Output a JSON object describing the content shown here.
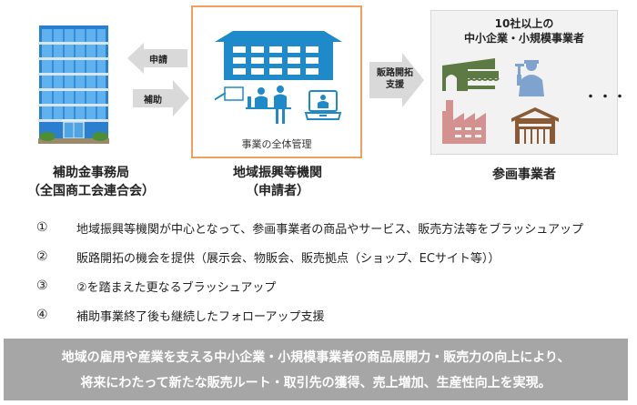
{
  "left_entity": {
    "name_line1": "補助金事務局",
    "name_line2": "（全国商工会連合会）",
    "icon": "office-building-icon"
  },
  "flow_arrows": {
    "apply_label": "申請",
    "subsidy_label": "補助",
    "sales_support_line1": "販路開拓",
    "sales_support_line2": "支援"
  },
  "center_entity": {
    "caption": "事業の全体管理",
    "name_line1": "地域振興等機関",
    "name_line2": "（申請者）",
    "icons": [
      "school-building-icon",
      "presenter-icon",
      "consultation-icon",
      "video-call-laptop-icon"
    ],
    "border_color": "#f2a05e",
    "icon_color": "#1f8ac9"
  },
  "right_entity": {
    "title_line1": "10社以上の",
    "title_line2": "中小企業・小規模事業者",
    "ellipsis": "・・・",
    "name": "参画事業者",
    "icons": [
      {
        "name": "storefront-icon",
        "color": "#5e7a44"
      },
      {
        "name": "worker-icon",
        "color": "#7fa3cf"
      },
      {
        "name": "factory-icon",
        "color": "#d3918f"
      },
      {
        "name": "warehouse-icon",
        "color": "#8a5a35"
      }
    ]
  },
  "steps": [
    {
      "num": "①",
      "text": "地域振興等機関が中心となって、参画事業者の商品やサービス、販売方法等をブラッシュアップ"
    },
    {
      "num": "②",
      "text": "販路開拓の機会を提供（展示会、物販会、販売拠点（ショップ、ECサイト等））"
    },
    {
      "num": "③",
      "text": "②を踏まえた更なるブラッシュアップ"
    },
    {
      "num": "④",
      "text": "補助事業終了後も継続したフォローアップ支援"
    }
  ],
  "banner": {
    "line1": "地域の雇用や産業を支える中小企業・小規模事業者の商品展開力・販売力の向上により、",
    "line2": "将来にわたって新たな販売ルート・取引先の獲得、売上増加、生産性向上を実現。",
    "background": "#a6a6a6"
  }
}
